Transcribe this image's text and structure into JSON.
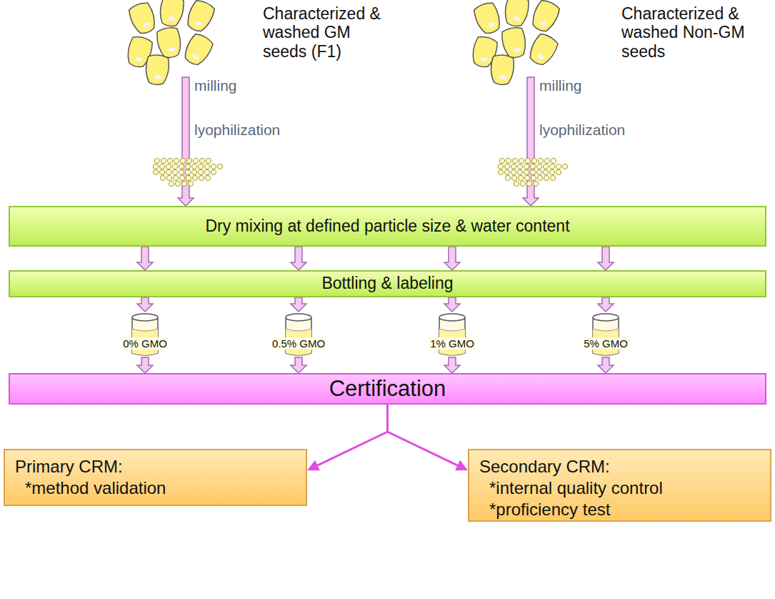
{
  "diagram": {
    "nodes": [
      {
        "text": [
          "Characterized & washed GM seeds (F1)"
        ]
      },
      {
        "text": [
          "Characterized & washed Non-GM seeds"
        ]
      },
      {
        "text": [
          "Dry mixing at defined particle size & water content"
        ]
      },
      {
        "text": [
          "Bottling & labeling"
        ]
      },
      {
        "text": [
          "0% GMO"
        ]
      },
      {
        "text": [
          "0.5% GMO"
        ]
      },
      {
        "text": [
          "1% GMO"
        ]
      },
      {
        "text": [
          "5% GMO"
        ]
      },
      {
        "text": [
          "Certification"
        ]
      },
      {
        "text": [
          "Primary CRM:",
          "*method validation"
        ]
      },
      {
        "text": [
          "Secondary CRM:",
          "*internal quality control",
          "*proficiency test"
        ]
      }
    ],
    "edges": [
      {
        "from": 0,
        "to": 2,
        "arrow": "to"
      },
      {
        "from": 1,
        "to": 2,
        "arrow": "to"
      },
      {
        "from": 2,
        "to": 3,
        "arrow": "to"
      },
      {
        "from": 2,
        "to": 3,
        "arrow": "to"
      },
      {
        "from": 2,
        "to": 3,
        "arrow": "to"
      },
      {
        "from": 2,
        "to": 3,
        "arrow": "to"
      },
      {
        "from": 3,
        "to": 4,
        "arrow": "to"
      },
      {
        "from": 3,
        "to": 5,
        "arrow": "to"
      },
      {
        "from": 3,
        "to": 6,
        "arrow": "to"
      },
      {
        "from": 3,
        "to": 7,
        "arrow": "to"
      },
      {
        "from": 4,
        "to": 8,
        "arrow": "to"
      },
      {
        "from": 5,
        "to": 8,
        "arrow": "to"
      },
      {
        "from": 6,
        "to": 8,
        "arrow": "to"
      },
      {
        "from": 7,
        "to": 8,
        "arrow": "to"
      },
      {
        "from": 8,
        "to": 9,
        "arrow": "to"
      },
      {
        "from": 8,
        "to": 10,
        "arrow": "to"
      }
    ],
    "labels": [
      "milling",
      "lyophilization",
      "milling",
      "lyophilization"
    ]
  }
}
